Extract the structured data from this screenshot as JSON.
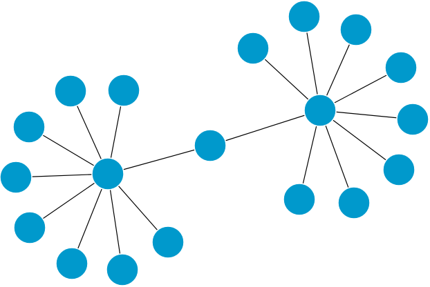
{
  "diagram": {
    "type": "network-graph",
    "colors": {
      "node_fill": "#0099cc",
      "edge_stroke": "#000000",
      "background": "#ffffff"
    },
    "nodes": [
      {
        "id": "left-hub"
      },
      {
        "id": "bridge"
      },
      {
        "id": "right-hub"
      },
      {
        "id": "l1"
      },
      {
        "id": "l2"
      },
      {
        "id": "l3"
      },
      {
        "id": "l4"
      },
      {
        "id": "l5"
      },
      {
        "id": "l6"
      },
      {
        "id": "l7"
      },
      {
        "id": "l8"
      },
      {
        "id": "r1"
      },
      {
        "id": "r2"
      },
      {
        "id": "r3"
      },
      {
        "id": "r4"
      },
      {
        "id": "r5"
      },
      {
        "id": "r6"
      },
      {
        "id": "r7"
      },
      {
        "id": "r8"
      }
    ],
    "edges": [
      [
        "left-hub",
        "bridge"
      ],
      [
        "bridge",
        "right-hub"
      ],
      [
        "left-hub",
        "l1"
      ],
      [
        "left-hub",
        "l2"
      ],
      [
        "left-hub",
        "l3"
      ],
      [
        "left-hub",
        "l4"
      ],
      [
        "left-hub",
        "l5"
      ],
      [
        "left-hub",
        "l6"
      ],
      [
        "left-hub",
        "l7"
      ],
      [
        "left-hub",
        "l8"
      ],
      [
        "right-hub",
        "r1"
      ],
      [
        "right-hub",
        "r2"
      ],
      [
        "right-hub",
        "r3"
      ],
      [
        "right-hub",
        "r4"
      ],
      [
        "right-hub",
        "r5"
      ],
      [
        "right-hub",
        "r6"
      ],
      [
        "right-hub",
        "r7"
      ],
      [
        "right-hub",
        "r8"
      ]
    ]
  }
}
